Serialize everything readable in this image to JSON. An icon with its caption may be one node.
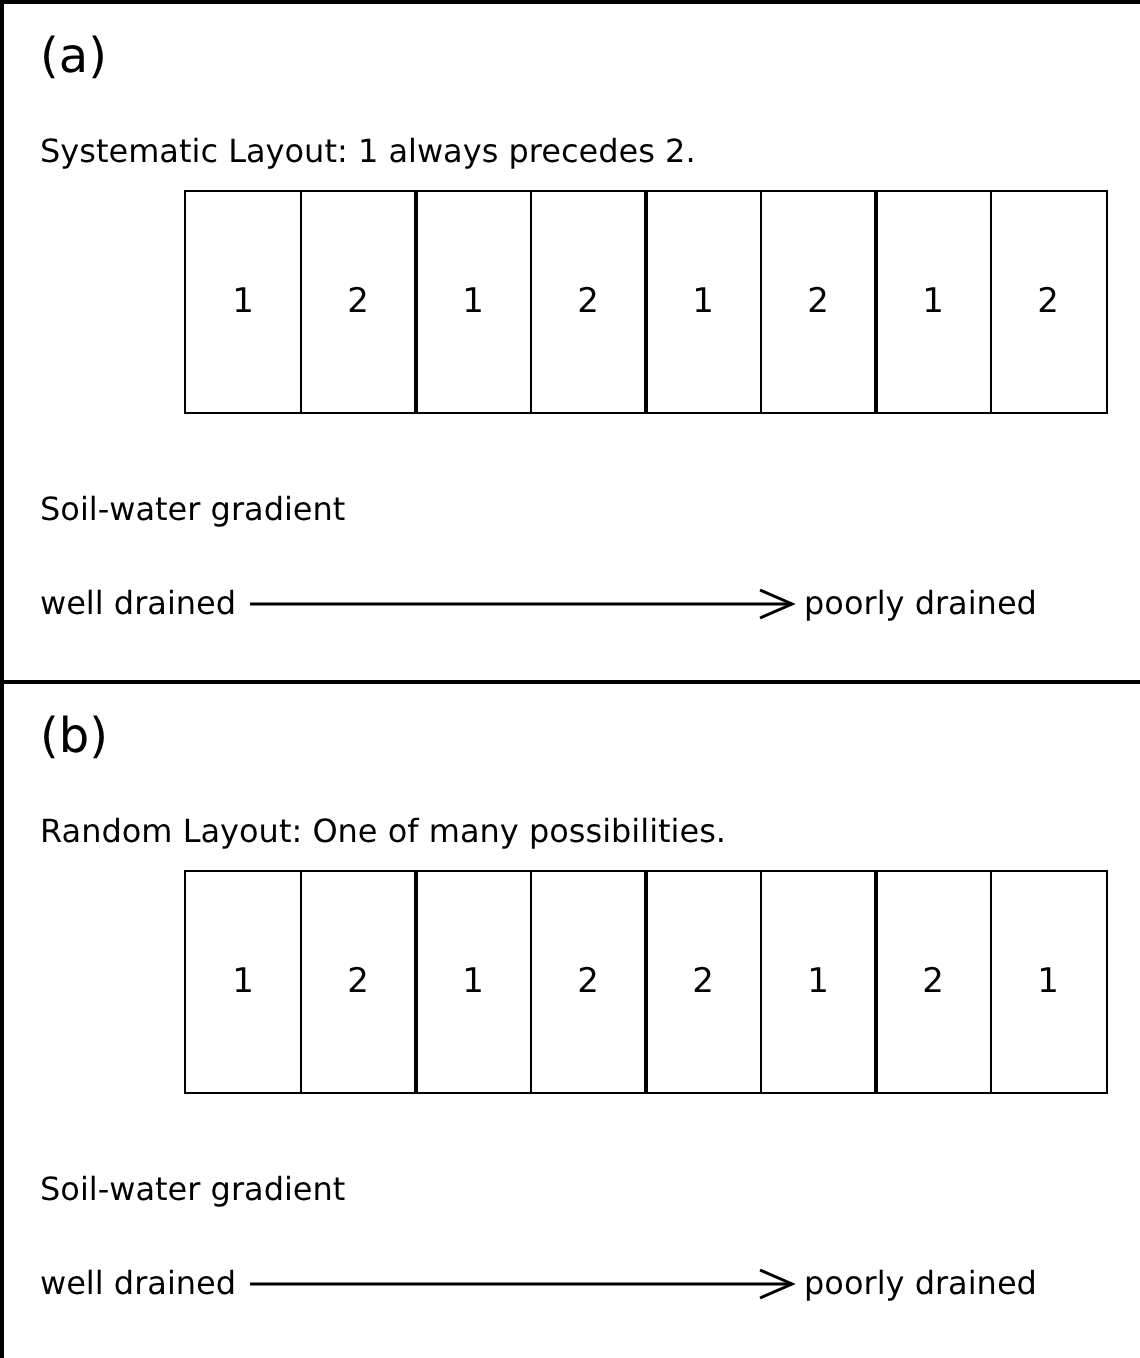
{
  "diagram": {
    "nodes": [
      {
        "text": [
          "(a)",
          "Systematic Layout: 1 always precedes 2.",
          "Soil-water gradient",
          "well drained",
          "poorly drained"
        ]
      },
      {
        "text": [
          "1"
        ],
        "in": 0
      },
      {
        "text": [
          "2"
        ],
        "in": 0
      },
      {
        "text": [
          "1"
        ],
        "in": 0
      },
      {
        "text": [
          "2"
        ],
        "in": 0
      },
      {
        "text": [
          "1"
        ],
        "in": 0
      },
      {
        "text": [
          "2"
        ],
        "in": 0
      },
      {
        "text": [
          "1"
        ],
        "in": 0
      },
      {
        "text": [
          "2"
        ],
        "in": 0
      },
      {
        "text": [
          "(b)",
          "Random Layout: One of many possibilities.",
          "Soil-water gradient",
          "well drained",
          "poorly drained"
        ]
      },
      {
        "text": [
          "1"
        ],
        "in": 9
      },
      {
        "text": [
          "2"
        ],
        "in": 9
      },
      {
        "text": [
          "1"
        ],
        "in": 9
      },
      {
        "text": [
          "2"
        ],
        "in": 9
      },
      {
        "text": [
          "2"
        ],
        "in": 9
      },
      {
        "text": [
          "1"
        ],
        "in": 9
      },
      {
        "text": [
          "2"
        ],
        "in": 9
      },
      {
        "text": [
          "1"
        ],
        "in": 9
      }
    ]
  }
}
